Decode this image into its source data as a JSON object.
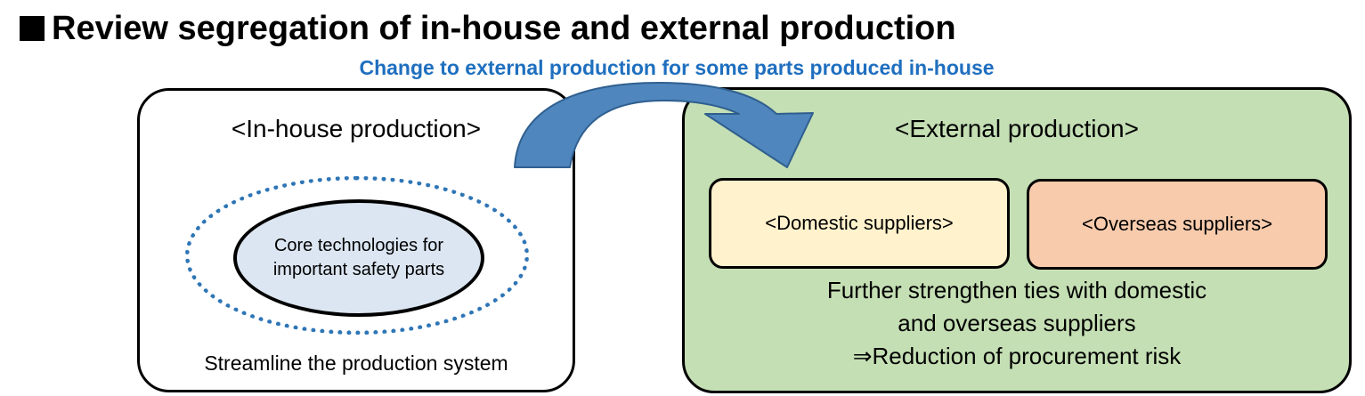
{
  "title": "Review segregation of in-house and external production",
  "subtitle": "Change to external production for some parts produced in-house",
  "in_house": {
    "heading": "<In-house production>",
    "core": "Core technologies for important safety parts",
    "caption": "Streamline the production system"
  },
  "external": {
    "heading": "<External production>",
    "domestic": "<Domestic suppliers>",
    "overseas": "<Overseas suppliers>",
    "line1": "Further strengthen ties with domestic",
    "line2": "and overseas suppliers",
    "line3": "⇒Reduction of procurement risk"
  },
  "colors": {
    "subtitle": "#1f6fbf",
    "dotted": "#2e75b6",
    "core_fill": "#dce6f2",
    "external_fill": "#c5dfb4",
    "domestic_fill": "#fff2cc",
    "overseas_fill": "#f8cbad",
    "arrow_fill": "#4f86bd",
    "arrow_stroke": "#2f5f8f"
  },
  "icons": {
    "title_bullet": "black-square-bullet",
    "transfer_arrow": "curved-arrow"
  }
}
